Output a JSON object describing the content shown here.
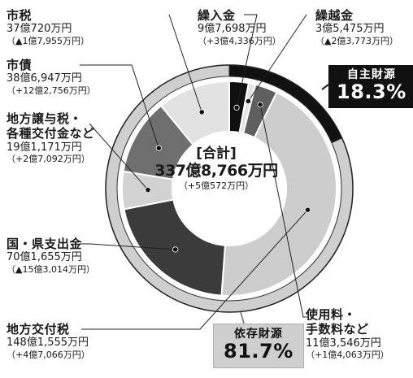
{
  "chart_data": {
    "type": "pie",
    "title": "[合計]",
    "total": {
      "title": "[合計]",
      "value": "337億8,766万円",
      "change": "（+5億572万円）"
    },
    "groups": [
      {
        "name": "自主財源",
        "percent_label": "18.3%",
        "percent": 18.3,
        "color": "#111111"
      },
      {
        "name": "依存財源",
        "percent_label": "81.7%",
        "percent": 81.7,
        "color": "#cfcfcf"
      }
    ],
    "series": [
      {
        "name": "繰入金",
        "amount": "9億7,698万円",
        "change": "（+3億4,336万円）",
        "value_oku": 9.7698,
        "color": "#0f0f0f",
        "group": "自主財源"
      },
      {
        "name": "繰越金",
        "amount": "3億5,475万円",
        "change": "（▲2億3,773万円）",
        "value_oku": 3.5475,
        "color": "#e3e3e3",
        "group": "自主財源"
      },
      {
        "name": "使用料・手数料など",
        "amount": "11億3,546万円",
        "change": "（+1億4,063万円）",
        "value_oku": 11.3546,
        "color": "#5f5f5f",
        "group": "自主財源"
      },
      {
        "name": "地方交付税",
        "amount": "148億1,555万円",
        "change": "（+4億7,066万円）",
        "value_oku": 148.1555,
        "color": "#cdcdcd",
        "group": "依存財源"
      },
      {
        "name": "国・県支出金",
        "amount": "70億1,655万円",
        "change": "（▲15億3,014万円）",
        "value_oku": 70.1655,
        "color": "#3b3b3b",
        "group": "依存財源"
      },
      {
        "name": "地方譲与税・各種交付金など",
        "amount": "19億1,171万円",
        "change": "（+2億7,092万円）",
        "value_oku": 19.1171,
        "color": "#d2d2d2",
        "group": "依存財源"
      },
      {
        "name": "市債",
        "amount": "38億6,947万円",
        "change": "（+12億2,756万円）",
        "value_oku": 38.6947,
        "color": "#6f6f6f",
        "group": "依存財源"
      },
      {
        "name": "市税",
        "amount": "37億720万円",
        "change": "（▲1億7,955万円）",
        "value_oku": 37.072,
        "color": "#e2e2e2",
        "group": "自主財源"
      }
    ]
  },
  "labels": {
    "shizei": {
      "name": "市税",
      "amount": "37億720万円",
      "change": "（▲1億7,955万円）"
    },
    "shisai": {
      "name": "市債",
      "amount": "38億6,947万円",
      "change": "（+12億2,756万円）"
    },
    "joyo": {
      "name1": "地方譲与税・",
      "name2": "各種交付金など",
      "amount": "19億1,171万円",
      "change": "（+2億7,092万円）"
    },
    "kokuken": {
      "name": "国・県支出金",
      "amount": "70億1,655万円",
      "change": "（▲15億3,014万円）"
    },
    "kofu": {
      "name": "地方交付税",
      "amount": "148億1,555万円",
      "change": "（+4億7,066万円）"
    },
    "kurire": {
      "name": "繰入金",
      "amount": "9億7,698万円",
      "change": "（+3億4,336万円）"
    },
    "kurikoshi": {
      "name": "繰越金",
      "amount": "3億5,475万円",
      "change": "（▲2億3,773万円）"
    },
    "shiyo": {
      "name1": "使用料・",
      "name2": "手数料など",
      "amount": "11億3,546万円",
      "change": "（+1億4,063万円）"
    }
  },
  "badges": {
    "jishu": {
      "title": "自主財源",
      "value": "18.3%"
    },
    "izon": {
      "title": "依存財源",
      "value": "81.7%"
    }
  }
}
